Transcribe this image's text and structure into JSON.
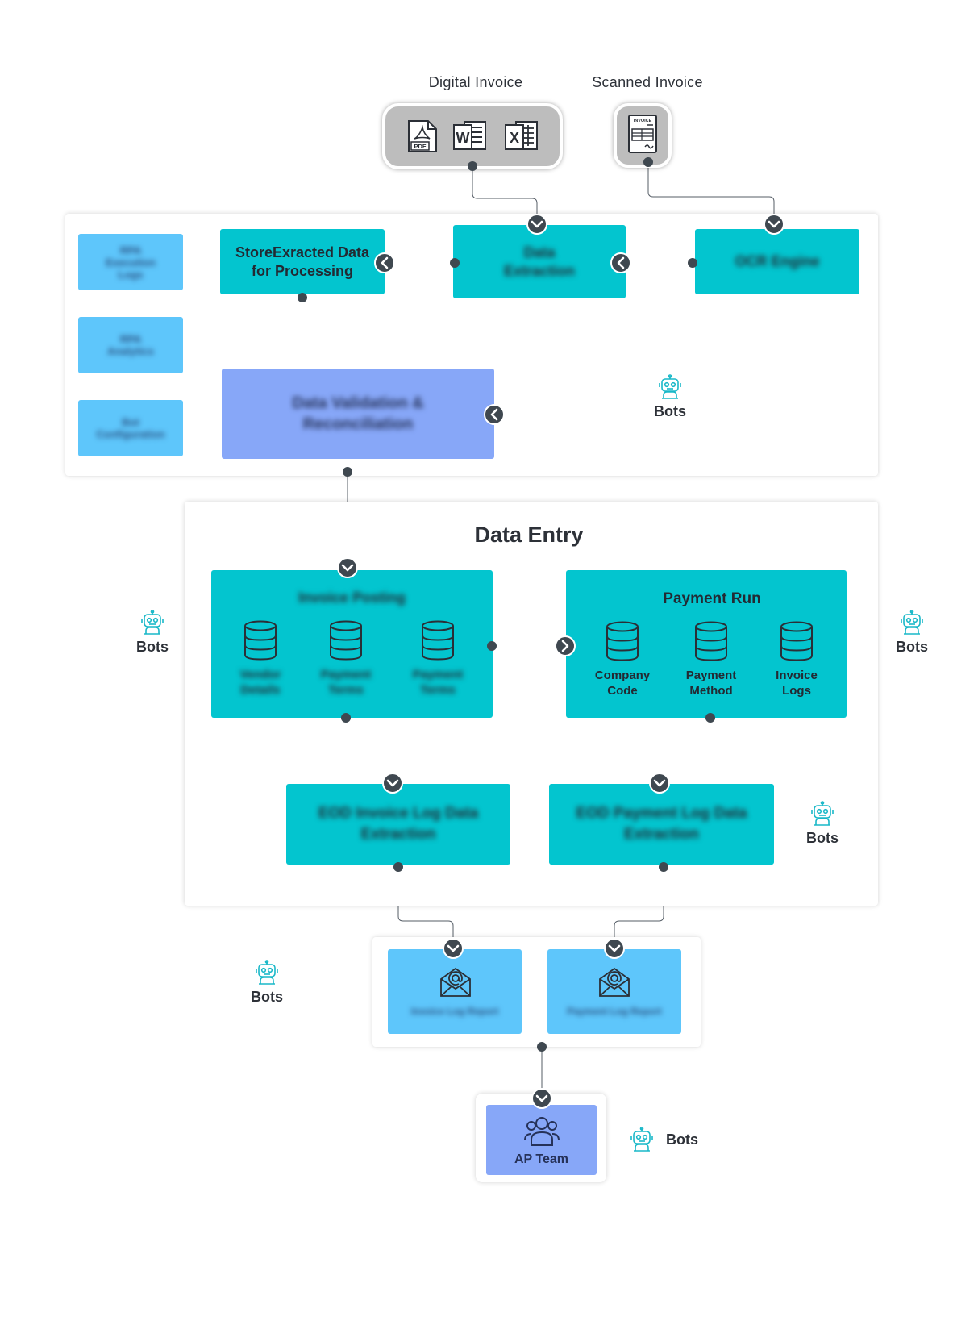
{
  "sources": {
    "digital_label": "Digital Invoice",
    "scanned_label": "Scanned Invoice",
    "pdf_badge": "PDF",
    "word_letter": "W",
    "excel_letter": "X",
    "invoice_tag": "INVOICE"
  },
  "processing": {
    "sidebar": [
      "RPA Execution Logs",
      "RPA Analytics",
      "Bot Configuration"
    ],
    "store_extracted": "StoreExracted Data for Processing",
    "data_extraction": "Data Extraction",
    "ocr_engine": "OCR Engine",
    "validation": "Data Validation & Reconciliation",
    "bots": "Bots"
  },
  "data_entry": {
    "title": "Data Entry",
    "invoice_posting": {
      "title": "Invoice Posting",
      "items": [
        "Vendor Details",
        "Payment Terms",
        "Payment Terms"
      ]
    },
    "payment_run": {
      "title": "Payment Run",
      "items": [
        "Company Code",
        "Payment Method",
        "Invoice Logs"
      ]
    },
    "invoice_log_extraction": "EOD Invoice Log Data Extraction",
    "payment_log_extraction": "EOD Payment Log Data Extraction",
    "bots_left": "Bots",
    "bots_right": "Bots",
    "bots_inner": "Bots"
  },
  "reports": {
    "invoice_report": "Invoice Log Report",
    "payment_report": "Payment Log Report",
    "bots": "Bots"
  },
  "ap_team": {
    "label": "AP Team",
    "bots": "Bots"
  },
  "colors": {
    "teal": "#03c5cf",
    "sky": "#5ec6fb",
    "violet": "#87a7f8",
    "connector": "#3f4850",
    "bot_icon": "#19b8c8"
  }
}
